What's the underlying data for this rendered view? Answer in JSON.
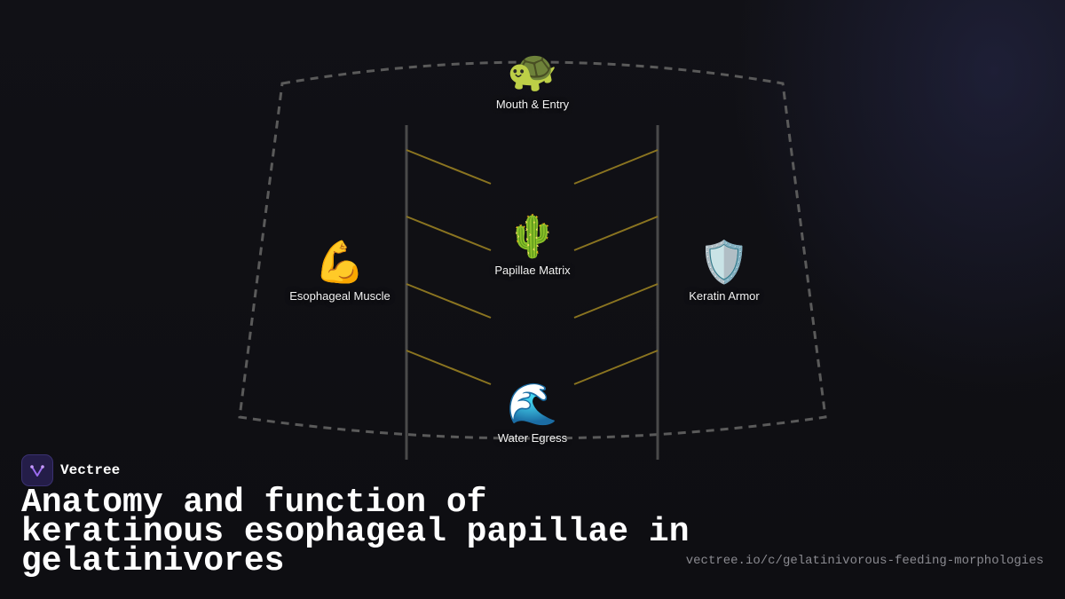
{
  "brand": {
    "name": "Vectree",
    "logo_icon": "vectree-logo-icon"
  },
  "title": "Anatomy and function of keratinous esophageal papillae in gelatinivores",
  "url": "vectree.io/c/gelatinivorous-feeding-morphologies",
  "nodes": {
    "mouth": {
      "emoji": "🐢",
      "label": "Mouth & Entry",
      "icon": "turtle-icon"
    },
    "papillae": {
      "emoji": "🌵",
      "label": "Papillae Matrix",
      "icon": "cactus-icon"
    },
    "egress": {
      "emoji": "🌊",
      "label": "Water Egress",
      "icon": "wave-icon"
    },
    "muscle": {
      "emoji": "💪",
      "label": "Esophageal Muscle",
      "icon": "flexed-bicep-icon"
    },
    "armor": {
      "emoji": "🛡️",
      "label": "Keratin Armor",
      "icon": "shield-icon"
    }
  },
  "colors": {
    "background": "#0f0f14",
    "outline": "#5a5a5a",
    "wall": "#4a4a4a",
    "papilla": "#8a7420",
    "text": "#f2f2f2",
    "url": "#8a8a90"
  }
}
